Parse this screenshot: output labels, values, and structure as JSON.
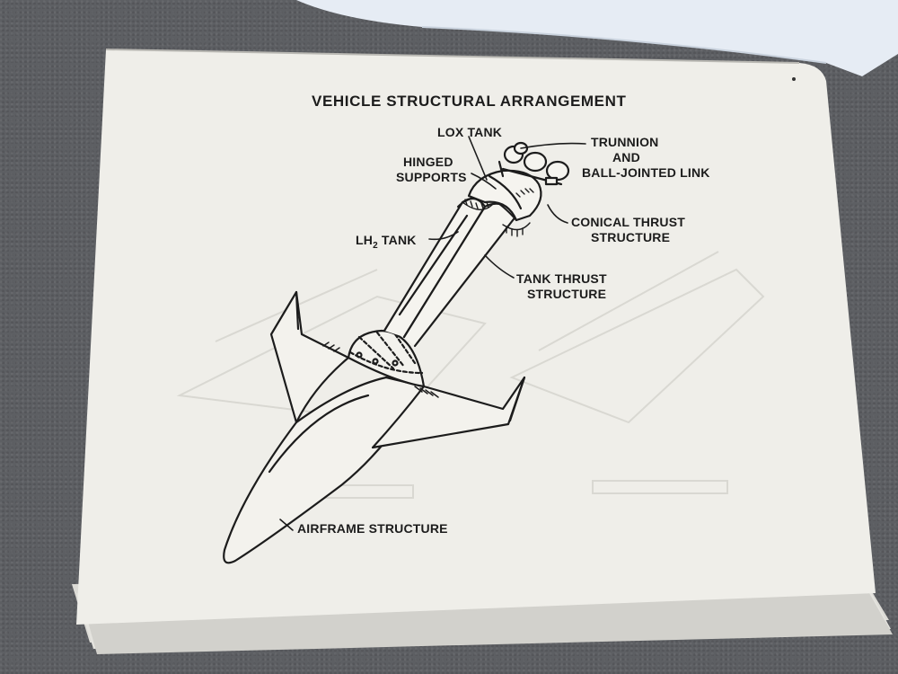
{
  "diagram": {
    "title": "VEHICLE STRUCTURAL ARRANGEMENT",
    "labels": {
      "lox_tank": "LOX TANK",
      "trunnion_line1": "TRUNNION",
      "trunnion_line2": "AND",
      "trunnion_line3": "BALL-JOINTED LINK",
      "hinged_line1": "HINGED",
      "hinged_line2": "SUPPORTS",
      "conical_line1": "CONICAL THRUST",
      "conical_line2": "STRUCTURE",
      "lh2_prefix": "LH",
      "lh2_sub": "2",
      "lh2_suffix": "TANK",
      "tank_thrust_line1": "TANK THRUST",
      "tank_thrust_line2": "STRUCTURE",
      "airframe": "AIRFRAME STRUCTURE"
    }
  },
  "colors": {
    "background": "#5d5f63",
    "paper": "#efeee9",
    "ink": "#1c1c1c"
  }
}
